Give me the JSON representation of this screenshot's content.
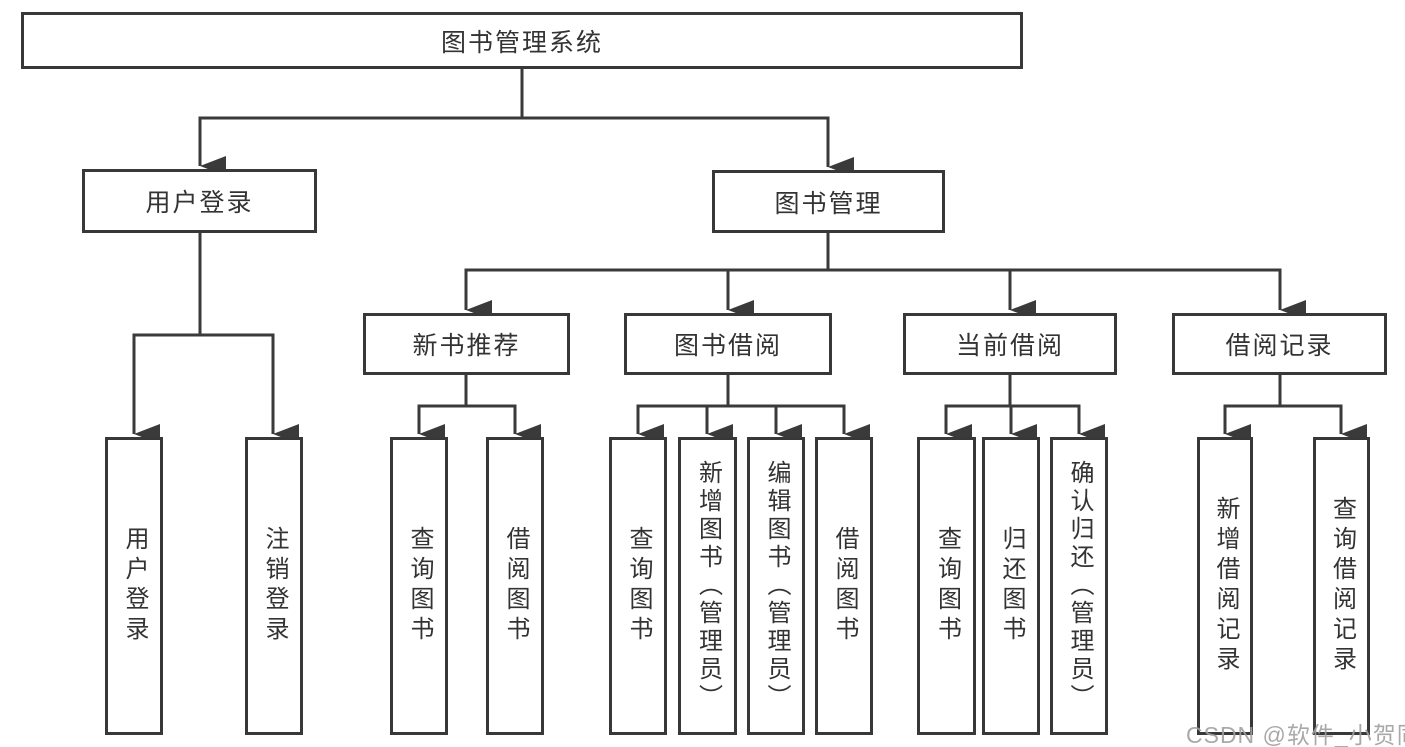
{
  "diagram": {
    "root": {
      "label": "图书管理系统"
    },
    "level2": [
      {
        "label": "用户登录"
      },
      {
        "label": "图书管理"
      }
    ],
    "level3": [
      {
        "label": "新书推荐"
      },
      {
        "label": "图书借阅"
      },
      {
        "label": "当前借阅"
      },
      {
        "label": "借阅记录"
      }
    ],
    "leaves": [
      {
        "label": "用户登录"
      },
      {
        "label": "注销登录"
      },
      {
        "label": "查询图书"
      },
      {
        "label": "借阅图书"
      },
      {
        "label": "查询图书"
      },
      {
        "label": "新增图书（管理员）"
      },
      {
        "label": "编辑图书（管理员）"
      },
      {
        "label": "借阅图书"
      },
      {
        "label": "查询图书"
      },
      {
        "label": "归还图书"
      },
      {
        "label": "确认归还（管理员）"
      },
      {
        "label": "新增借阅记录"
      },
      {
        "label": "查询借阅记录"
      }
    ]
  },
  "watermark": {
    "text": "CSDN @软件_小贺同学"
  },
  "colors": {
    "line": "#3a3a3a",
    "text": "#333333",
    "watermark": "#a0a0a0",
    "background": "#ffffff"
  }
}
